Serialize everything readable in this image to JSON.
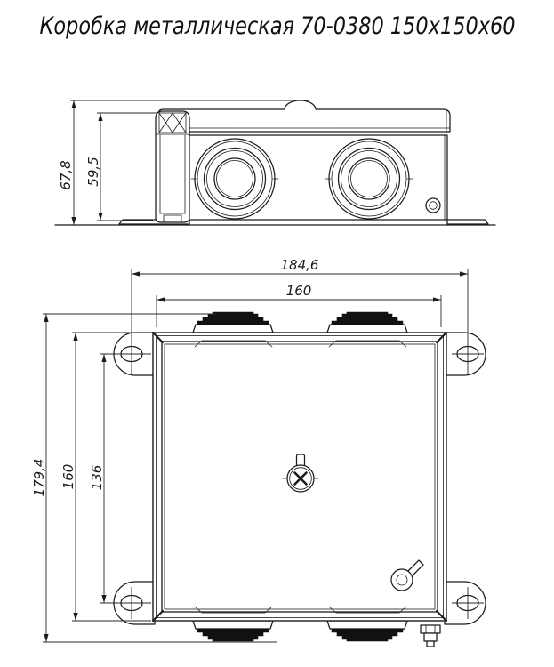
{
  "title": "Коробка металлическая 70-0380 150x150x60",
  "colors": {
    "line": "#1b1b1b",
    "background": "#ffffff",
    "seal_fill": "#111111"
  },
  "side_view": {
    "height_total": "67,8",
    "height_body": "59,5"
  },
  "plan_view": {
    "mount_hole_span": "184,6",
    "lid_width": "160",
    "overall_height": "179,4",
    "lid_height": "160",
    "mount_hole_vertical_span": "136"
  }
}
